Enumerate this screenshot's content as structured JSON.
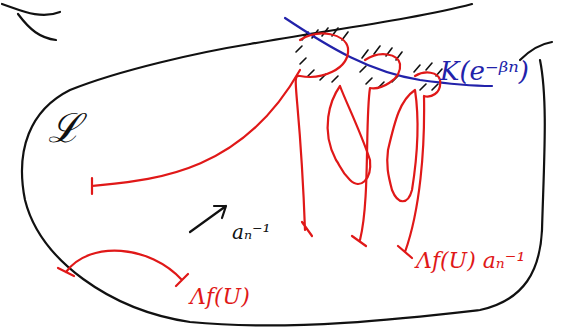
{
  "diagram": {
    "labels": [
      "ℒ",
      "aₙ⁻¹",
      "K(e⁻ᵝⁿ)",
      "Λf(U)",
      "Λf(U) aₙ⁻¹"
    ]
  }
}
